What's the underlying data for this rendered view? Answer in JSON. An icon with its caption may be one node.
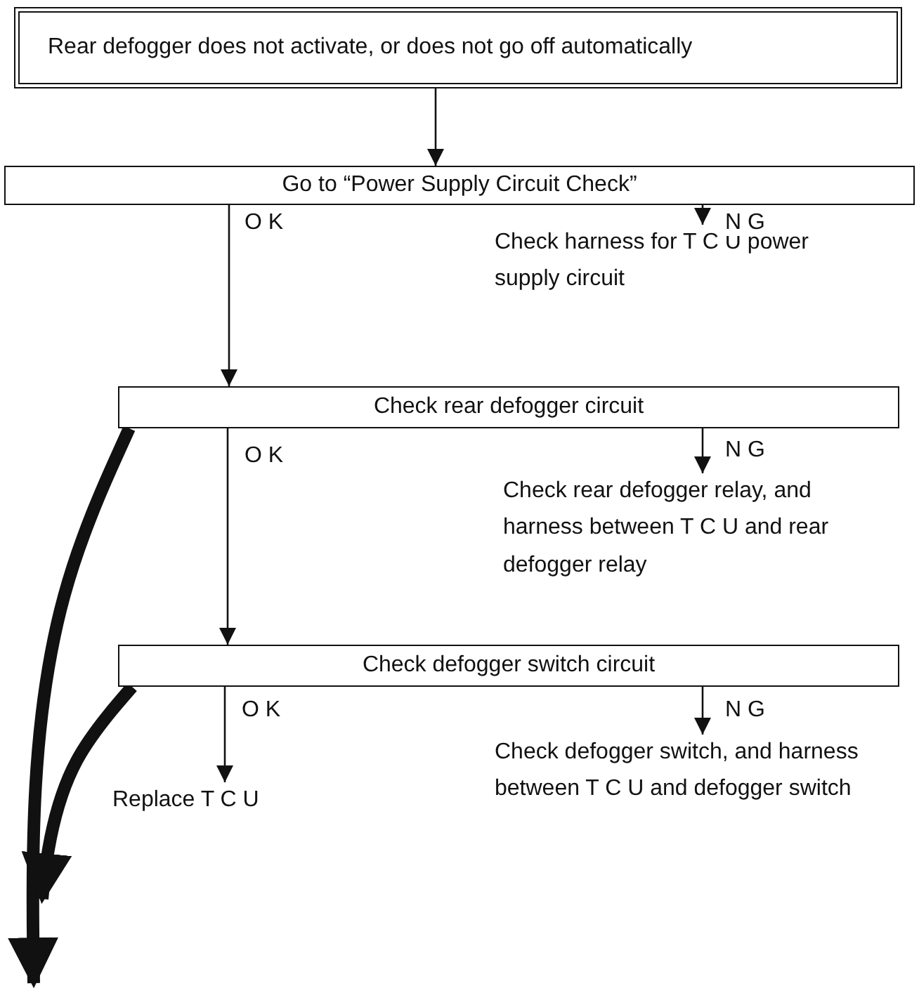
{
  "diagram": {
    "nodes": [
      {
        "text": [
          "Rear defogger does not activate, or does not go off automatically"
        ]
      },
      {
        "text": [
          "Go to “Power Supply Circuit Check”"
        ]
      },
      {
        "text": [
          "Check harness for T C U power supply circuit"
        ]
      },
      {
        "text": [
          "Check rear defogger circuit"
        ]
      },
      {
        "text": [
          "Check rear defogger relay, and harness between T C U and rear defogger relay"
        ]
      },
      {
        "text": [
          "Check defogger switch circuit"
        ]
      },
      {
        "text": [
          "Check defogger switch, and harness between T C U and defogger switch"
        ]
      },
      {
        "text": [
          "Replace T C U"
        ]
      }
    ],
    "edges": [
      {
        "from": 0,
        "to": 1,
        "arrow": "to"
      },
      {
        "from": 1,
        "to": 3,
        "arrow": "to",
        "label": "O K"
      },
      {
        "from": 1,
        "to": 2,
        "arrow": "to",
        "label": "N G"
      },
      {
        "from": 3,
        "to": 5,
        "arrow": "to",
        "label": "O K"
      },
      {
        "from": 3,
        "to": 4,
        "arrow": "to",
        "label": "N G"
      },
      {
        "from": 5,
        "to": 7,
        "arrow": "to",
        "label": "O K"
      },
      {
        "from": 5,
        "to": 6,
        "arrow": "to",
        "label": "N G"
      },
      {
        "from": 3,
        "to": null,
        "arrow": "to",
        "style": "thick"
      },
      {
        "from": 5,
        "to": null,
        "arrow": "to",
        "style": "thick"
      }
    ]
  }
}
